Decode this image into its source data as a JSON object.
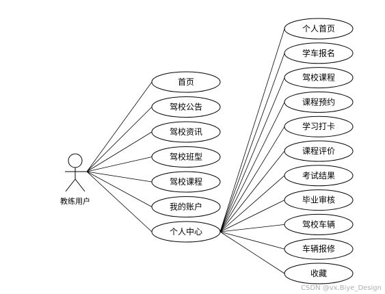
{
  "actor": {
    "label": "教练用户"
  },
  "middle_use_cases": [
    {
      "label": "首页"
    },
    {
      "label": "驾校公告"
    },
    {
      "label": "驾校资讯"
    },
    {
      "label": "驾校班型"
    },
    {
      "label": "驾校课程"
    },
    {
      "label": "我的账户"
    },
    {
      "label": "个人中心"
    }
  ],
  "right_use_cases": [
    {
      "label": "个人首页"
    },
    {
      "label": "学车报名"
    },
    {
      "label": "驾校课程"
    },
    {
      "label": "课程预约"
    },
    {
      "label": "学习打卡"
    },
    {
      "label": "课程评价"
    },
    {
      "label": "考试结果"
    },
    {
      "label": "毕业审核"
    },
    {
      "label": "驾校车辆"
    },
    {
      "label": "车辆报修"
    },
    {
      "label": "收藏"
    }
  ],
  "watermark": "CSDN @vx.Biye_Design"
}
